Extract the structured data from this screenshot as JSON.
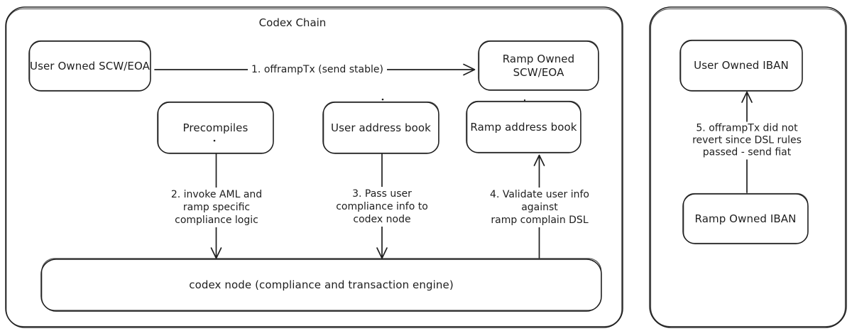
{
  "colors": {
    "stroke": "#1e1e1e",
    "background": "#ffffff",
    "text": "#1e1e1e"
  },
  "codex_chain": {
    "title": "Codex Chain",
    "nodes": {
      "user_scw": {
        "label": "User Owned SCW/EOA"
      },
      "ramp_scw": {
        "label": "Ramp Owned SCW/EOA"
      },
      "precompiles": {
        "label": "Precompiles"
      },
      "user_address_book": {
        "label": "User address book"
      },
      "ramp_address_book": {
        "label": "Ramp address book"
      },
      "codex_node": {
        "label": "codex node (compliance and transaction engine)"
      }
    },
    "edges": {
      "step1": {
        "label": "1. offrampTx (send stable)"
      },
      "step2": {
        "lines": [
          "2. invoke AML and",
          "ramp specific",
          "compliance logic"
        ]
      },
      "step3": {
        "lines": [
          "3. Pass user",
          "compliance info to",
          "codex node"
        ]
      },
      "step4": {
        "lines": [
          "4. Validate user info",
          "against",
          "ramp complain DSL"
        ]
      }
    }
  },
  "fiat_rail": {
    "nodes": {
      "user_iban": {
        "label": "User Owned IBAN"
      },
      "ramp_iban": {
        "label": "Ramp Owned IBAN"
      }
    },
    "edges": {
      "step5": {
        "lines": [
          "5. offrampTx did not",
          "revert since DSL rules",
          "passed - send fiat"
        ]
      }
    }
  }
}
